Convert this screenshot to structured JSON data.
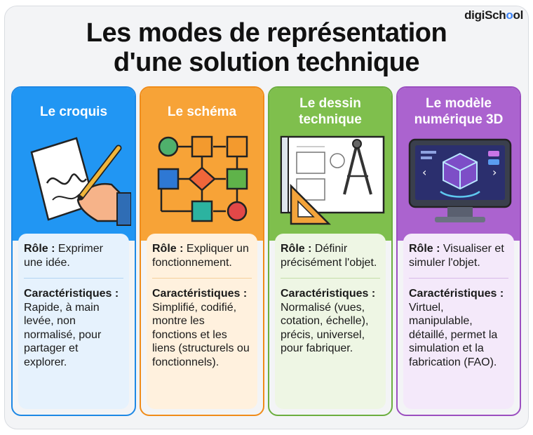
{
  "brand": {
    "prefix": "digiSch",
    "accent": "o",
    "suffix": "ol"
  },
  "title": {
    "line1": "Les modes de représentation",
    "line2": "d'une solution technique"
  },
  "cards": [
    {
      "title_line1": "Le croquis",
      "title_line2": "",
      "role_label": "Rôle :",
      "role_text": "Exprimer une idée.",
      "car_label": "Caractéristiques :",
      "car_text": "Rapide, à main levée, non normalisé, pour partager et explorer.",
      "icon": "hand-drawing-sketch-icon",
      "color": "#2196f3"
    },
    {
      "title_line1": "Le schéma",
      "title_line2": "",
      "role_label": "Rôle :",
      "role_text": "Expliquer un fonctionnement.",
      "car_label": "Caractéristiques :",
      "car_text": "Simplifié, codifié, montre les fonctions et les liens (structurels ou fonctionnels).",
      "icon": "flowchart-icon",
      "color": "#f7a337"
    },
    {
      "title_line1": "Le dessin",
      "title_line2": "technique",
      "role_label": "Rôle :",
      "role_text": "Définir précisément l'objet.",
      "car_label": "Caractéristiques :",
      "car_text": "Normalisé (vues, cotation, échelle), précis, universel, pour fabriquer.",
      "icon": "technical-drawing-compass-icon",
      "color": "#7fbf4d"
    },
    {
      "title_line1": "Le modèle",
      "title_line2": "numérique 3D",
      "role_label": "Rôle :",
      "role_text": "Visualiser et simuler l'objet.",
      "car_label": "Caractéristiques :",
      "car_text": "Virtuel, manipulable, détaillé, permet la simulation et la fabrication (FAO).",
      "icon": "monitor-3d-cube-icon",
      "color": "#ab63cf"
    }
  ]
}
